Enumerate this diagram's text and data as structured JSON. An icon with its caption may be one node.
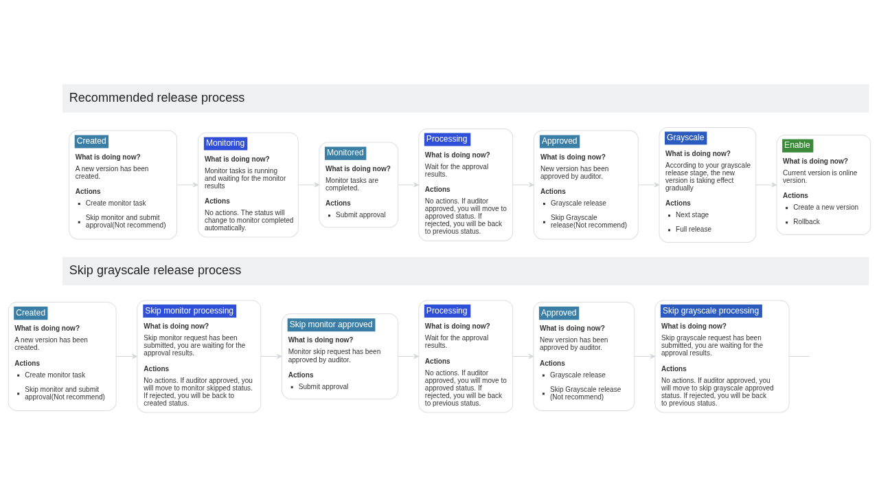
{
  "diagram": {
    "nodes": [
      {
        "text": [
          "Recommended release process"
        ]
      },
      {
        "text": [
          "Created",
          "What is doing now?",
          "A new version has been created.",
          "Actions",
          "Create monitor task",
          "Skip monitor and submit approval(Not recommend)"
        ]
      },
      {
        "text": [
          "Monitoring",
          "What is doing now?",
          "Monitor tasks is running and waiting for the monitor results",
          "Actions",
          "No actions. The status will change to monitor completed automatically."
        ]
      },
      {
        "text": [
          "Monitored",
          "What is doing now?",
          "Monitor tasks are completed.",
          "Actions",
          "Submit approval"
        ]
      },
      {
        "text": [
          "Processing",
          "What is doing now?",
          "Wait for the approval results.",
          "Actions",
          "No actions. If auditor approved, you will move to approved status. If rejected, you will be back to previous status."
        ]
      },
      {
        "text": [
          "Approved",
          "What is doing now?",
          "New version has been approved by auditor.",
          "Actions",
          "Grayscale release",
          "Skip Grayscale release(Not recommend)"
        ]
      },
      {
        "text": [
          "Grayscale",
          "What is doing now?",
          "According to your grayscale release stage, the new version is taking effect gradually",
          "Actions",
          "Next stage",
          "Full release"
        ]
      },
      {
        "text": [
          "Enable",
          "What is doing now?",
          "Current version is online version.",
          "Actions",
          "Create a new version",
          "Rollback"
        ]
      },
      {
        "text": [
          "Skip grayscale release process"
        ]
      },
      {
        "text": [
          "Created",
          "What is doing now?",
          "A new version has been created.",
          "Actions",
          "Create monitor task",
          "Skip monitor and submit approval(Not recommend)"
        ]
      },
      {
        "text": [
          "Skip monitor processing",
          "What is doing now?",
          "Skip monitor request has been submitted, you are waiting for the approval results.",
          "Actions",
          "No actions. If auditor approved, you will move to monitor skipped status. If rejected, you will be back to created status."
        ]
      },
      {
        "text": [
          "Skip monitor approved",
          "What is doing now?",
          "Monitor skip request has been approved by auditor.",
          "Actions",
          "Submit approval"
        ]
      },
      {
        "text": [
          "Processing",
          "What is doing now?",
          "Wait for the approval results.",
          "Actions",
          "No actions. If auditor approved, you will move to approved status. If rejected, you will be back to previous status."
        ]
      },
      {
        "text": [
          "Approved",
          "What is doing now?",
          "New version has been approved by auditor.",
          "Actions",
          "Grayscale release",
          "Skip Grayscale release (Not recommend)"
        ]
      },
      {
        "text": [
          "Skip grayscale processing",
          "What is doing now?",
          "Skip grayscale request has been submitted, you are waiting for the approval results.",
          "Actions",
          "No actions. If auditor approved, you will move to skip grayscale approved status. If rejected, you will be back to previous status."
        ]
      }
    ],
    "edges": [
      {
        "from": 1,
        "to": 2,
        "arrow": "to"
      },
      {
        "from": 2,
        "to": 3,
        "arrow": "to"
      },
      {
        "from": 3,
        "to": 4,
        "arrow": "to"
      },
      {
        "from": 4,
        "to": 5,
        "arrow": "to"
      },
      {
        "from": 5,
        "to": 6,
        "arrow": "to"
      },
      {
        "from": 6,
        "to": 7,
        "arrow": "to"
      },
      {
        "from": 9,
        "to": 10,
        "arrow": "to"
      },
      {
        "from": 10,
        "to": 11,
        "arrow": "to"
      },
      {
        "from": 11,
        "to": 12,
        "arrow": "to"
      },
      {
        "from": 12,
        "to": 13,
        "arrow": "to"
      },
      {
        "from": 13,
        "to": 14,
        "arrow": "to"
      },
      {
        "from": 14,
        "to": null,
        "arrow": "none"
      }
    ]
  }
}
